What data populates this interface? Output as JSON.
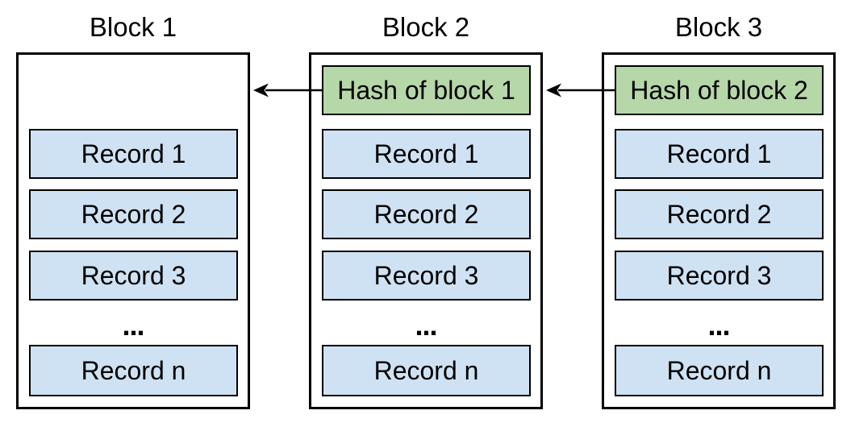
{
  "blocks": [
    {
      "title": "Block 1",
      "records": [
        "Record 1",
        "Record 2",
        "Record 3"
      ],
      "ellipsis": "...",
      "record_n": "Record n"
    },
    {
      "title": "Block 2",
      "hash_label": "Hash of block 1",
      "records": [
        "Record 1",
        "Record 2",
        "Record 3"
      ],
      "ellipsis": "...",
      "record_n": "Record n"
    },
    {
      "title": "Block 3",
      "hash_label": "Hash of block 2",
      "records": [
        "Record 1",
        "Record 2",
        "Record 3"
      ],
      "ellipsis": "...",
      "record_n": "Record n"
    }
  ],
  "arrows": [
    {
      "from": "Hash of block 1",
      "to": "Block 1"
    },
    {
      "from": "Hash of block 2",
      "to": "Block 2"
    }
  ],
  "colors": {
    "hash_fill": "#b6d7a8",
    "record_fill": "#cfe2f3",
    "border": "#000000",
    "background": "#ffffff"
  }
}
